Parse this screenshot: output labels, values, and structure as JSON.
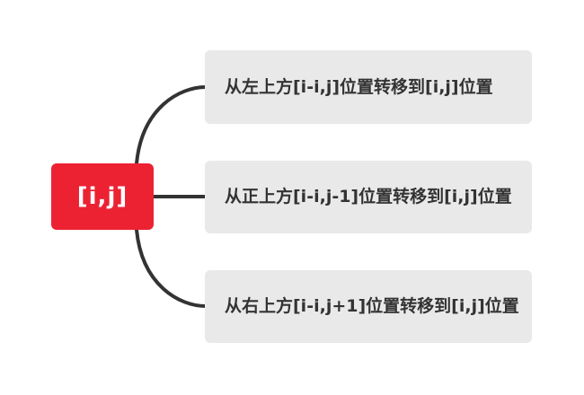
{
  "diagram": {
    "root": {
      "label": "[i,j]",
      "color": "#ec2233"
    },
    "children": [
      {
        "label": "从左上方[i-i,j]位置转移到[i,j]位置"
      },
      {
        "label": "从正上方[i-i,j-1]位置转移到[i,j]位置"
      },
      {
        "label": "从右上方[i-i,j+1]位置转移到[i,j]位置"
      }
    ],
    "node_fill": "#e9e9e9",
    "connector_color": "#333333"
  }
}
